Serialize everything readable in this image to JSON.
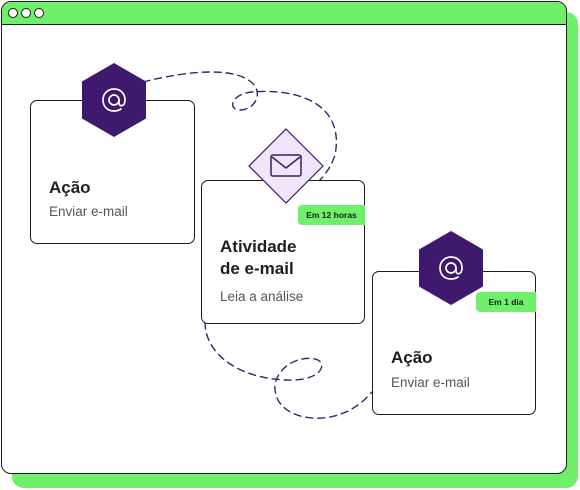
{
  "window": {
    "controls": [
      "minimize-dot",
      "maximize-dot",
      "close-dot"
    ]
  },
  "cards": [
    {
      "title": "Ação",
      "subtitle": "Enviar e-mail",
      "icon": "at-sign-icon"
    },
    {
      "title": "Atividade\nde e-mail",
      "subtitle": "Leia a análise",
      "badge": "Em 12 horas",
      "icon": "envelope-icon"
    },
    {
      "title": "Ação",
      "subtitle": "Enviar e-mail",
      "badge": "Em 1 dia",
      "icon": "at-sign-icon"
    }
  ],
  "colors": {
    "accent_green": "#6ef06a",
    "hexagon_purple": "#3d1a6e",
    "diamond_lavender": "#efe6fa",
    "connector_navy": "#2e2a6b"
  }
}
